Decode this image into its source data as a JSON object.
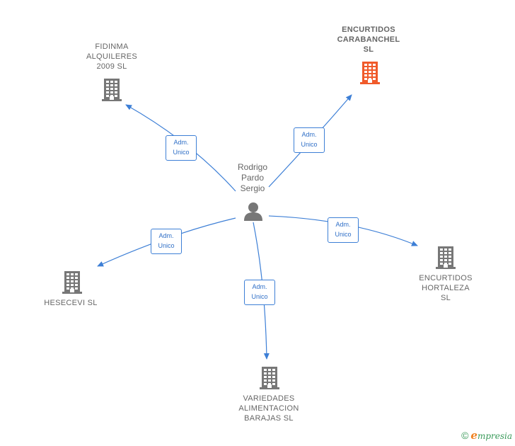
{
  "person": {
    "label": "Rodrigo\nPardo\nSergio"
  },
  "companies": [
    {
      "id": "fidinma",
      "label": "FIDINMA\nALQUILERES\n2009 SL",
      "highlight": false
    },
    {
      "id": "encurtidos-carabanchel",
      "label": "ENCURTIDOS\nCARABANCHEL\nSL",
      "highlight": true
    },
    {
      "id": "hesecevi",
      "label": "HESECEVI  SL",
      "highlight": false
    },
    {
      "id": "encurtidos-hortaleza",
      "label": "ENCURTIDOS\nHORTALEZA\nSL",
      "highlight": false
    },
    {
      "id": "variedades",
      "label": "VARIEDADES\nALIMENTACION\nBARAJAS  SL",
      "highlight": false
    }
  ],
  "edges": [
    {
      "to": "fidinma",
      "label": "Adm.\nUnico"
    },
    {
      "to": "encurtidos-carabanchel",
      "label": "Adm.\nUnico"
    },
    {
      "to": "hesecevi",
      "label": "Adm.\nUnico"
    },
    {
      "to": "encurtidos-hortaleza",
      "label": "Adm.\nUnico"
    },
    {
      "to": "variedades",
      "label": "Adm.\nUnico"
    }
  ],
  "colors": {
    "edge": "#3d7fd6",
    "building": "#777777",
    "building_highlight": "#f05a2a",
    "person": "#777777"
  },
  "footer": {
    "copyright": "©",
    "brand_initial": "e",
    "brand_rest": "mpresia"
  }
}
